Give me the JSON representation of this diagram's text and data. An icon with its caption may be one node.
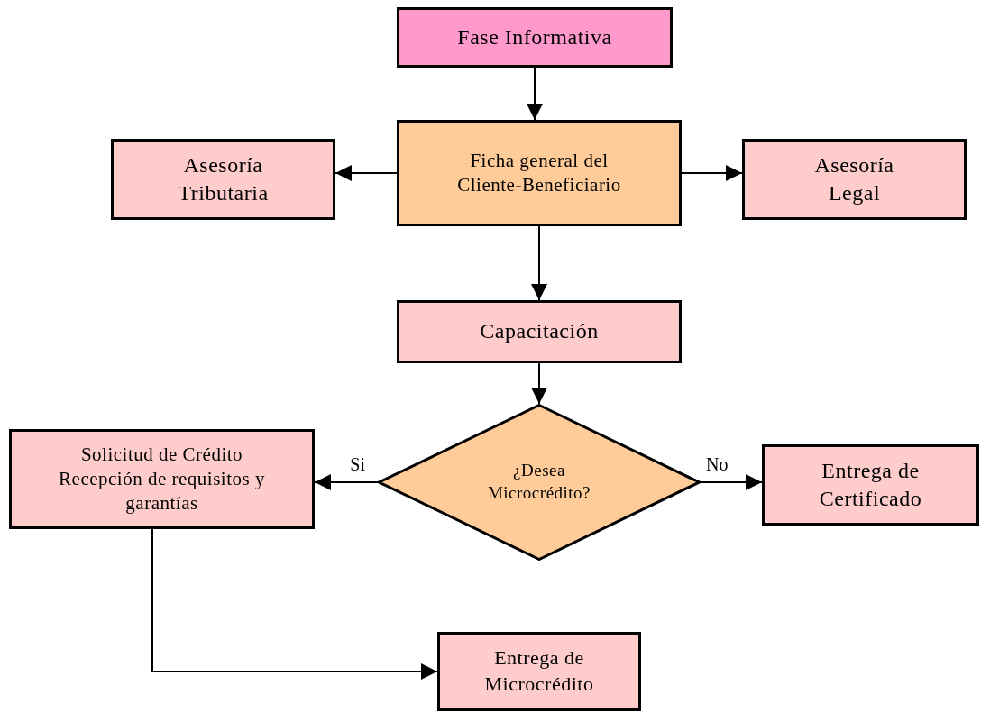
{
  "diagram": {
    "nodes": [
      {
        "text": [
          "Fase Informativa"
        ]
      },
      {
        "text": [
          "Ficha general del Cliente-Beneficiario"
        ]
      },
      {
        "text": [
          "Asesoría Tributaria"
        ]
      },
      {
        "text": [
          "Asesoría Legal"
        ]
      },
      {
        "text": [
          "Capacitación"
        ]
      },
      {
        "text": [
          "¿Desea Microcrédito?"
        ]
      },
      {
        "text": [
          "Solicitud de Crédito",
          "Recepción de requisitos y garantías"
        ]
      },
      {
        "text": [
          "Entrega de Certificado"
        ]
      },
      {
        "text": [
          "Entrega de Microcrédito"
        ]
      }
    ],
    "edges": [
      {
        "from": 0,
        "to": 1,
        "arrow": "to"
      },
      {
        "from": 1,
        "to": 2,
        "arrow": "to"
      },
      {
        "from": 1,
        "to": 3,
        "arrow": "to"
      },
      {
        "from": 1,
        "to": 4,
        "arrow": "to"
      },
      {
        "from": 4,
        "to": 5,
        "arrow": "to"
      },
      {
        "from": 5,
        "to": 6,
        "arrow": "to",
        "label": "Si"
      },
      {
        "from": 5,
        "to": 7,
        "arrow": "to",
        "label": "No"
      },
      {
        "from": 6,
        "to": 8,
        "arrow": "to"
      }
    ]
  }
}
